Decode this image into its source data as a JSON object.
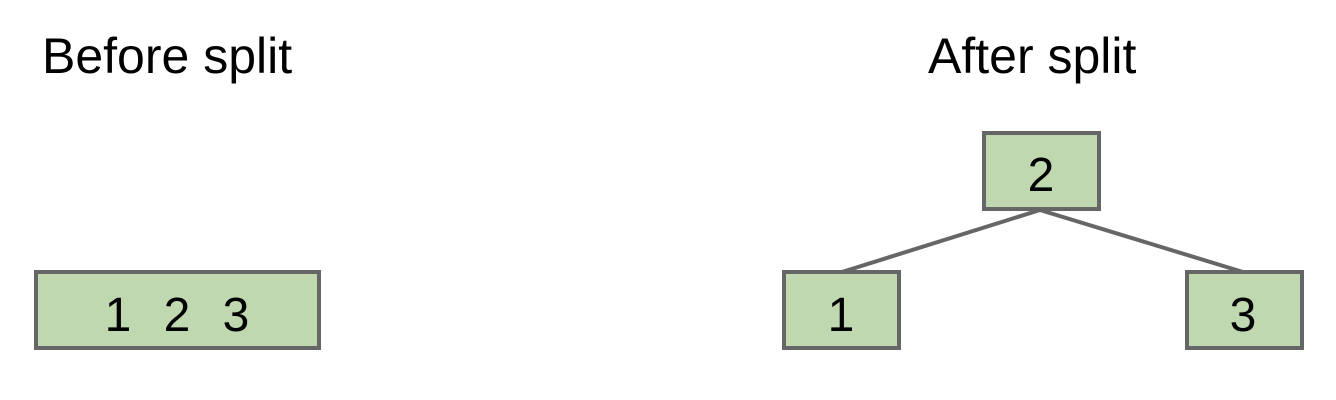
{
  "titles": {
    "before": "Before split",
    "after": "After split"
  },
  "before": {
    "keys": [
      "1",
      "2",
      "3"
    ]
  },
  "after": {
    "root": {
      "keys": [
        "2"
      ]
    },
    "left_child": {
      "keys": [
        "1"
      ]
    },
    "right_child": {
      "keys": [
        "3"
      ]
    }
  },
  "colors": {
    "node_fill": "#bfd8b0",
    "node_stroke": "#666666",
    "edge_stroke": "#666666",
    "text": "#000000"
  }
}
